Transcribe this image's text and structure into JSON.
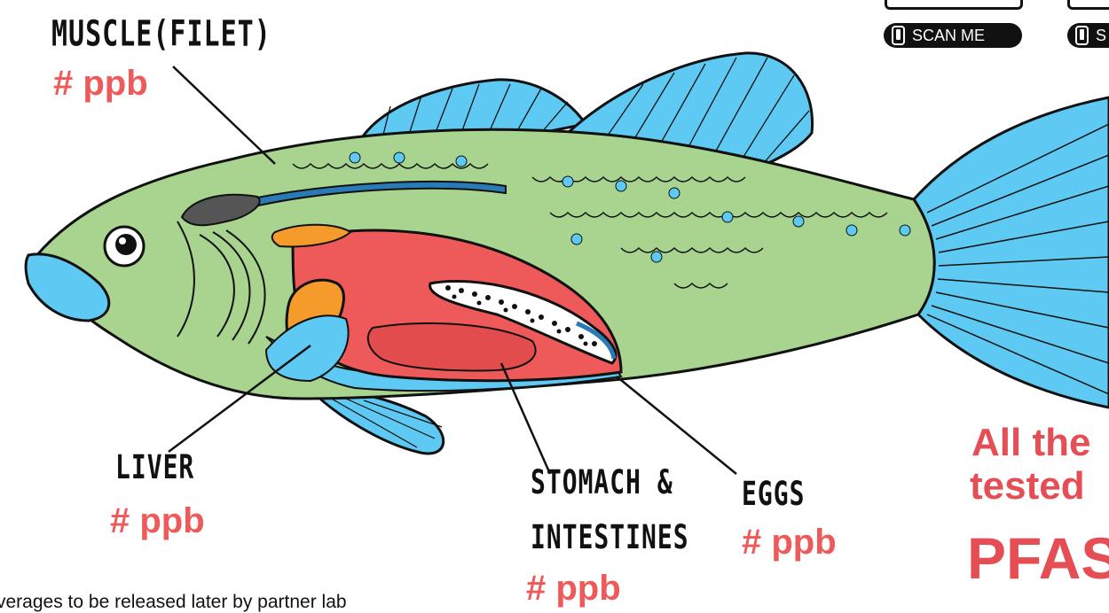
{
  "labels": {
    "muscle": "MUSCLE(FILET)",
    "liver": "LIVER",
    "stomach_line1": "STOMACH &",
    "stomach_line2": "INTESTINES",
    "eggs": "EGGS"
  },
  "values": {
    "muscle": "# ppb",
    "liver": "# ppb",
    "stomach": "# ppb",
    "eggs": "# ppb"
  },
  "qr": {
    "scan_label_1": "SCAN ME",
    "scan_label_2": "S"
  },
  "headline": {
    "line1": "All the",
    "line2": "tested",
    "line3": "PFAS"
  },
  "footnote": "verages to be released later by partner lab",
  "colors": {
    "body": "#a8d490",
    "fins": "#5ec9f2",
    "organs_red": "#ee5a5a",
    "organs_orange": "#f59b2b",
    "accent": "#ee5a5a"
  }
}
